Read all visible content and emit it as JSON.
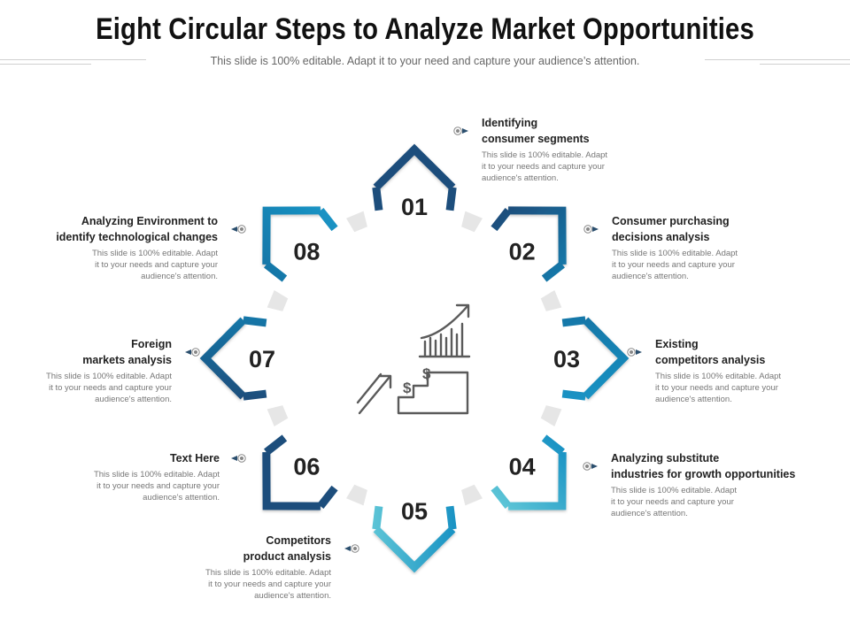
{
  "title": "Eight Circular Steps to Analyze Market Opportunities",
  "subtitle": "This slide is 100% editable. Adapt it to your need and capture your audience’s attention.",
  "center_icon": "growth-chart-stairs-icon",
  "colors": {
    "dark_blue": "#1d4e7c",
    "mid_blue": "#1577a8",
    "teal": "#1a93c4",
    "light_teal": "#5cc4d6",
    "connector": "#e6e6e6"
  },
  "steps": [
    {
      "num": "01",
      "title_lines": [
        "Identifying",
        "consumer segments"
      ],
      "desc_lines": [
        "This slide is 100% editable. Adapt",
        "it to your needs and capture your",
        "audience's attention."
      ]
    },
    {
      "num": "02",
      "title_lines": [
        "Consumer purchasing",
        "decisions analysis"
      ],
      "desc_lines": [
        "This slide is 100% editable. Adapt",
        "it to your needs and capture your",
        "audience's attention."
      ]
    },
    {
      "num": "03",
      "title_lines": [
        "Existing",
        "competitors analysis"
      ],
      "desc_lines": [
        "This slide is 100% editable. Adapt",
        "it to your needs and capture your",
        "audience's attention."
      ]
    },
    {
      "num": "04",
      "title_lines": [
        "Analyzing substitute",
        "industries for growth opportunities"
      ],
      "desc_lines": [
        "This slide is 100% editable. Adapt",
        "it to your needs and capture your",
        "audience's attention."
      ]
    },
    {
      "num": "05",
      "title_lines": [
        "Competitors",
        "product analysis"
      ],
      "desc_lines": [
        "This slide is 100% editable. Adapt",
        "it to your needs and capture your",
        "audience's attention."
      ]
    },
    {
      "num": "06",
      "title_lines": [
        "Text Here"
      ],
      "desc_lines": [
        "This slide is 100% editable. Adapt",
        "it to your needs and capture your",
        "audience's attention."
      ]
    },
    {
      "num": "07",
      "title_lines": [
        "Foreign",
        "markets analysis"
      ],
      "desc_lines": [
        "This slide is 100% editable. Adapt",
        "it to your needs and capture your",
        "audience's attention."
      ]
    },
    {
      "num": "08",
      "title_lines": [
        "Analyzing Environment to",
        "identify technological changes"
      ],
      "desc_lines": [
        "This slide is 100% editable. Adapt",
        "it to your needs and capture your",
        "audience's attention."
      ]
    }
  ]
}
